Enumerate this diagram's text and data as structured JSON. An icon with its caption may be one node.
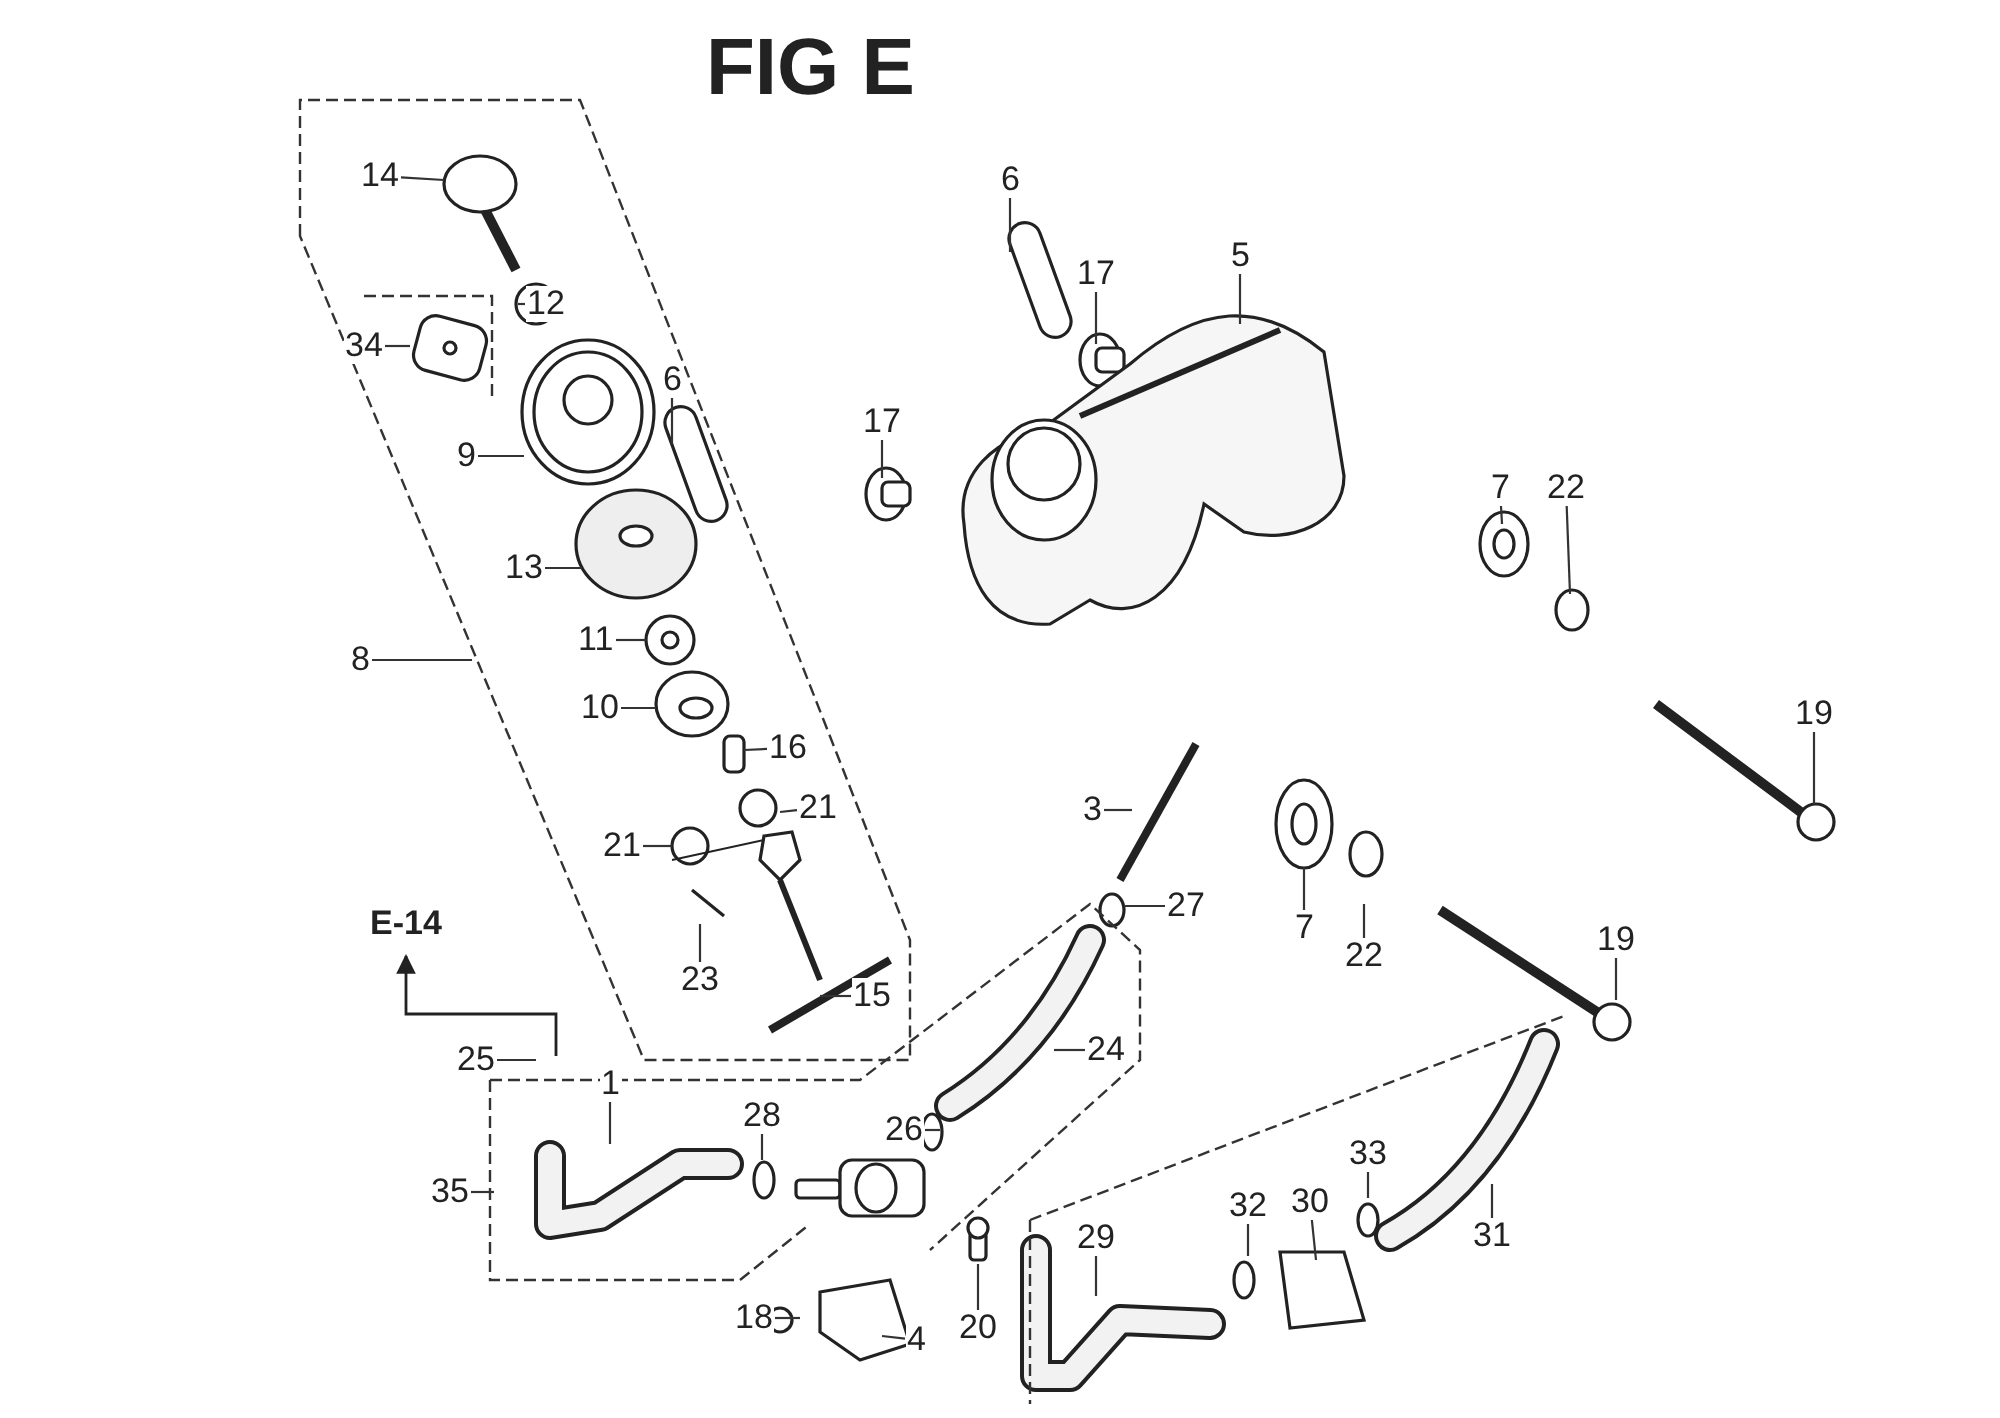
{
  "diagram": {
    "title": "FIG E",
    "nodes": [
      {
        "text": [
          "14"
        ]
      },
      {
        "text": [
          "6"
        ]
      },
      {
        "text": [
          "5"
        ]
      },
      {
        "text": [
          "17"
        ]
      },
      {
        "text": [
          "12"
        ]
      },
      {
        "text": [
          "34"
        ]
      },
      {
        "text": [
          "6"
        ]
      },
      {
        "text": [
          "17"
        ]
      },
      {
        "text": [
          "9"
        ]
      },
      {
        "text": [
          "7"
        ]
      },
      {
        "text": [
          "22"
        ]
      },
      {
        "text": [
          "13"
        ]
      },
      {
        "text": [
          "11"
        ]
      },
      {
        "text": [
          "8"
        ]
      },
      {
        "text": [
          "10"
        ]
      },
      {
        "text": [
          "19"
        ]
      },
      {
        "text": [
          "16"
        ]
      },
      {
        "text": [
          "3"
        ]
      },
      {
        "text": [
          "21"
        ]
      },
      {
        "text": [
          "21"
        ]
      },
      {
        "text": [
          "27"
        ]
      },
      {
        "text": [
          "7"
        ]
      },
      {
        "text": [
          "22"
        ]
      },
      {
        "text": [
          "19"
        ]
      },
      {
        "text": [
          "23"
        ]
      },
      {
        "text": [
          "15"
        ]
      },
      {
        "text": [
          "25"
        ]
      },
      {
        "text": [
          "24"
        ]
      },
      {
        "text": [
          "1"
        ]
      },
      {
        "text": [
          "28"
        ]
      },
      {
        "text": [
          "26"
        ]
      },
      {
        "text": [
          "35"
        ]
      },
      {
        "text": [
          "33"
        ]
      },
      {
        "text": [
          "30"
        ]
      },
      {
        "text": [
          "32"
        ]
      },
      {
        "text": [
          "31"
        ]
      },
      {
        "text": [
          "29"
        ]
      },
      {
        "text": [
          "18"
        ]
      },
      {
        "text": [
          "20"
        ]
      },
      {
        "text": [
          "4"
        ]
      }
    ],
    "edges": [
      {
        "from": 0,
        "to": null,
        "arrow": "none"
      },
      {
        "from": 1,
        "to": null,
        "arrow": "none"
      },
      {
        "from": 2,
        "to": null,
        "arrow": "none"
      },
      {
        "from": 3,
        "to": null,
        "arrow": "none"
      },
      {
        "from": 4,
        "to": null,
        "arrow": "none"
      },
      {
        "from": 5,
        "to": null,
        "arrow": "none"
      },
      {
        "from": 6,
        "to": null,
        "arrow": "none"
      },
      {
        "from": 7,
        "to": null,
        "arrow": "none"
      },
      {
        "from": 8,
        "to": null,
        "arrow": "none"
      },
      {
        "from": 9,
        "to": null,
        "arrow": "none"
      },
      {
        "from": 10,
        "to": null,
        "arrow": "none"
      },
      {
        "from": 11,
        "to": null,
        "arrow": "none"
      },
      {
        "from": 12,
        "to": null,
        "arrow": "none"
      },
      {
        "from": 13,
        "to": null,
        "arrow": "none"
      },
      {
        "from": 14,
        "to": null,
        "arrow": "none"
      },
      {
        "from": 15,
        "to": null,
        "arrow": "none"
      },
      {
        "from": 16,
        "to": null,
        "arrow": "none"
      },
      {
        "from": 17,
        "to": null,
        "arrow": "none"
      },
      {
        "from": 18,
        "to": null,
        "arrow": "none"
      },
      {
        "from": 19,
        "to": null,
        "arrow": "none"
      },
      {
        "from": 20,
        "to": null,
        "arrow": "none"
      },
      {
        "from": 21,
        "to": null,
        "arrow": "none"
      },
      {
        "from": 22,
        "to": null,
        "arrow": "none"
      },
      {
        "from": 23,
        "to": null,
        "arrow": "none"
      },
      {
        "from": 24,
        "to": null,
        "arrow": "none"
      },
      {
        "from": 25,
        "to": null,
        "arrow": "none"
      },
      {
        "from": 26,
        "to": null,
        "arrow": "none"
      },
      {
        "from": 27,
        "to": null,
        "arrow": "none"
      },
      {
        "from": 28,
        "to": null,
        "arrow": "none"
      },
      {
        "from": 29,
        "to": null,
        "arrow": "none"
      },
      {
        "from": 30,
        "to": null,
        "arrow": "none"
      },
      {
        "from": 31,
        "to": null,
        "arrow": "none"
      },
      {
        "from": 32,
        "to": null,
        "arrow": "none"
      },
      {
        "from": 33,
        "to": null,
        "arrow": "none"
      },
      {
        "from": 34,
        "to": null,
        "arrow": "none"
      },
      {
        "from": 35,
        "to": null,
        "arrow": "none"
      },
      {
        "from": 36,
        "to": null,
        "arrow": "none"
      },
      {
        "from": 37,
        "to": null,
        "arrow": "none"
      },
      {
        "from": 38,
        "to": null,
        "arrow": "none"
      },
      {
        "from": 39,
        "to": null,
        "arrow": "none"
      }
    ],
    "labels": [
      "E-14"
    ]
  }
}
